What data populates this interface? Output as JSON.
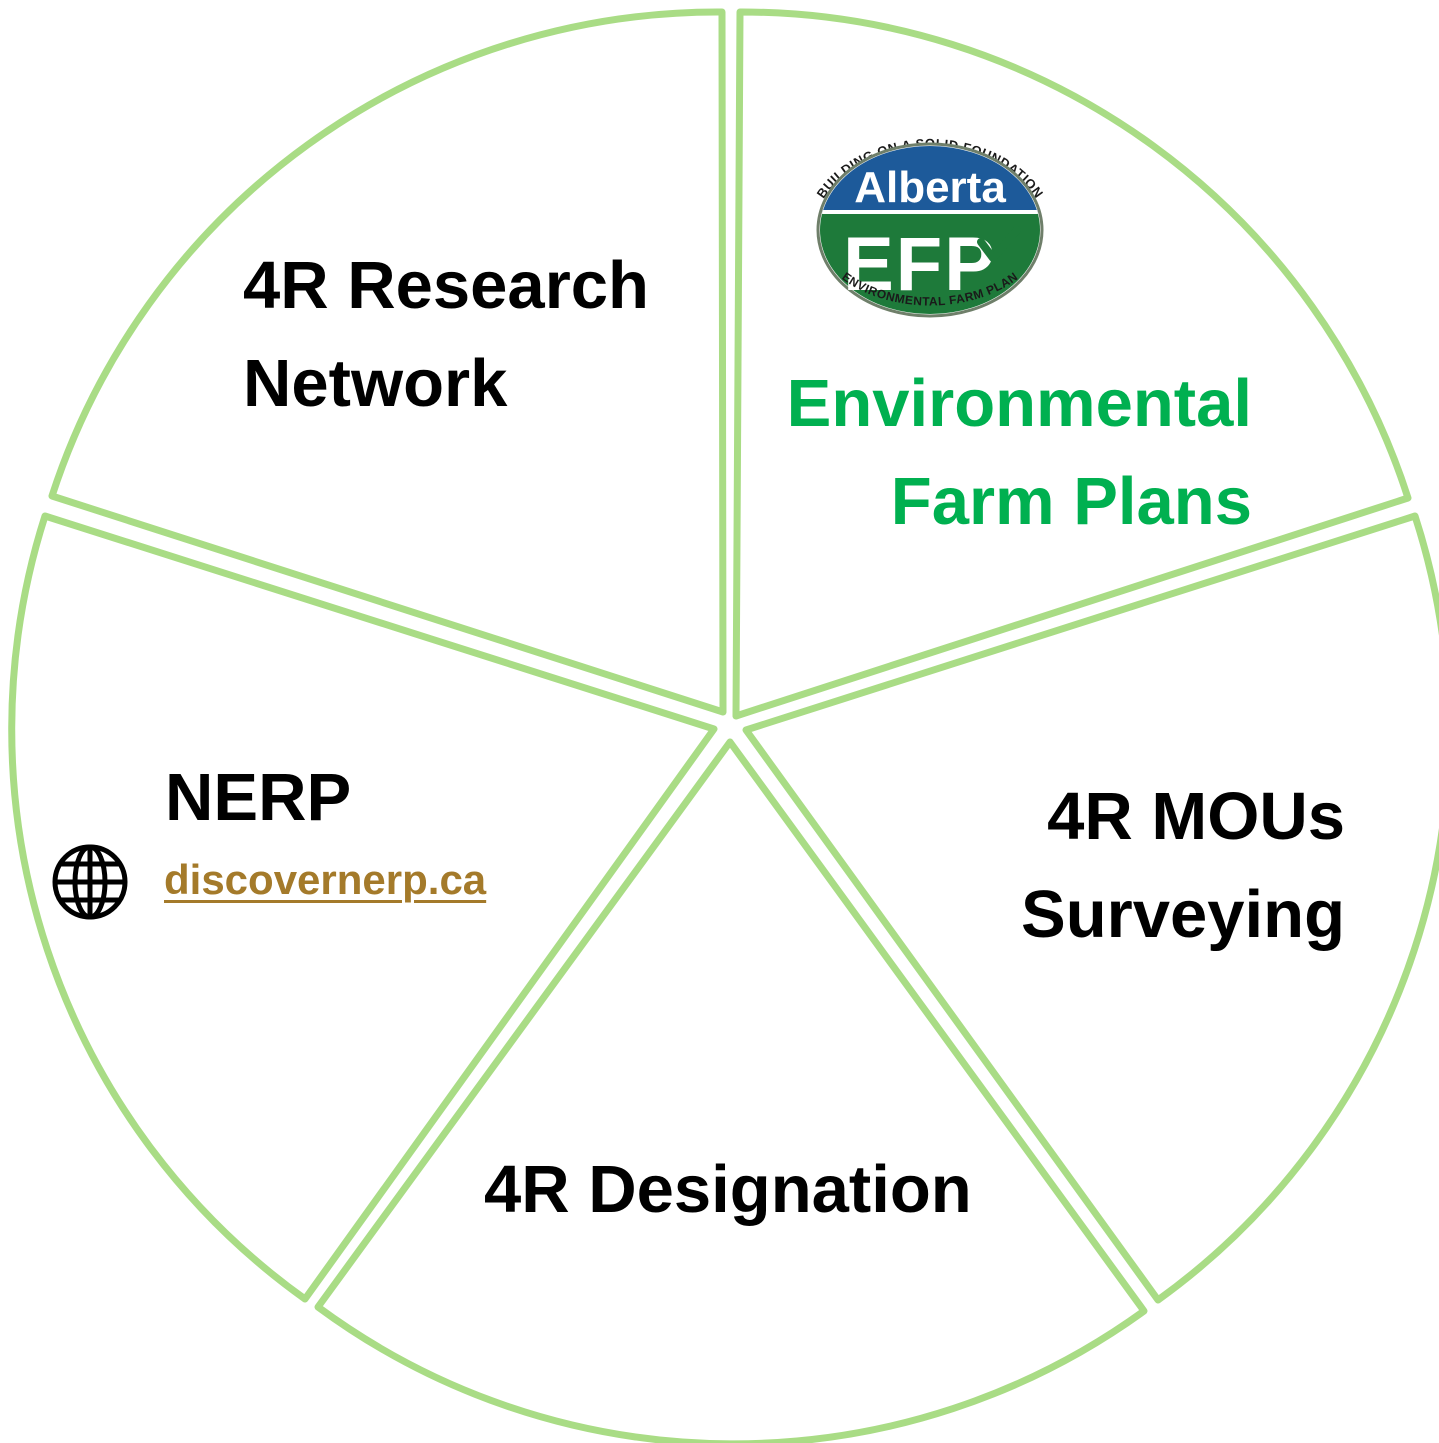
{
  "colors": {
    "segment_stroke": "#a9dc85",
    "segment_fill": "#ffffff",
    "efp_text": "#00b050",
    "link_text": "#a47a2a",
    "logo_blue": "#1d5a9a",
    "logo_green": "#1e7a3a"
  },
  "segments": {
    "research_network": {
      "line1": "4R Research",
      "line2": "Network"
    },
    "efp": {
      "line1": "Environmental",
      "line2": "Farm Plans"
    },
    "mous": {
      "line1": "4R MOUs",
      "line2": "Surveying"
    },
    "designation": {
      "line1": "4R Designation"
    },
    "nerp": {
      "title": "NERP",
      "link": "discovernerp.ca",
      "icon": "globe-icon"
    }
  },
  "logo": {
    "top_arc": "BUILDING ON A SOLID FOUNDATION",
    "province": "Alberta",
    "acronym": "EFP",
    "bottom_arc": "ENVIRONMENTAL FARM PLAN"
  }
}
